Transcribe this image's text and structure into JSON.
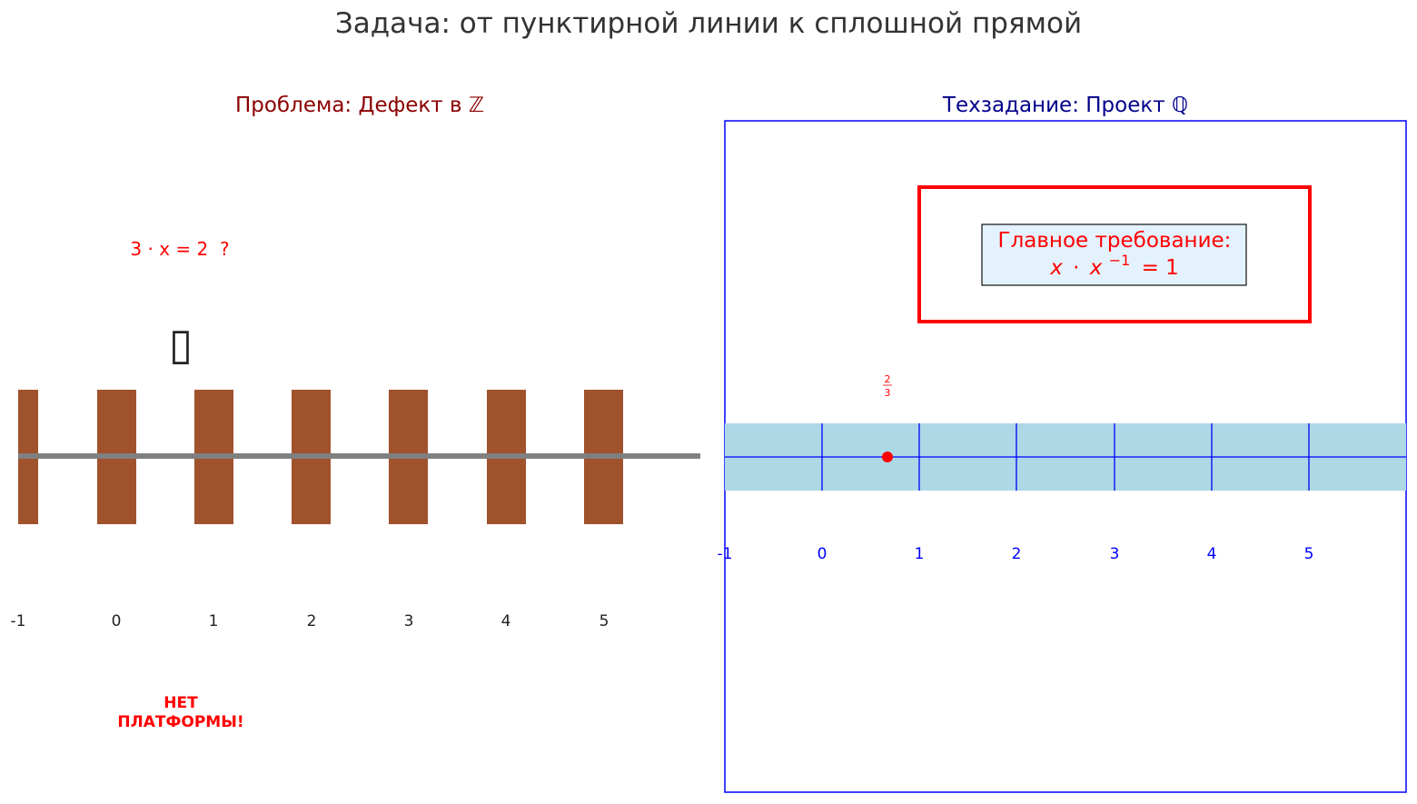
{
  "title": "Задача: от пунктирной линии к сплошной прямой",
  "left_panel": {
    "title": "Проблема: Дефект в ℤ",
    "equation": "3 · x = 2  ?",
    "figure_glyph": "▯",
    "ticks": [
      "-1",
      "0",
      "1",
      "2",
      "3",
      "4",
      "5"
    ],
    "warning_line1": "НЕТ",
    "warning_line2": "ПЛАТФОРМЫ!"
  },
  "right_panel": {
    "title": "Техзадание: Проект ℚ",
    "requirement_title": "Главное требование:",
    "requirement_formula": {
      "base_left": "x",
      "dot": "·",
      "base_right": "x",
      "exponent": "−1",
      "rhs": "= 1"
    },
    "point_label": {
      "numerator": "2",
      "denominator": "3"
    },
    "ticks": [
      "-1",
      "0",
      "1",
      "2",
      "3",
      "4",
      "5"
    ]
  },
  "colors": {
    "title_text": "#333333",
    "left_title": "#8b0000",
    "right_title": "#00008b",
    "alert_red": "#ff0000",
    "sleeper": "#a0522d",
    "rail": "#808080",
    "band": "#add8e6",
    "axis_blue": "#0000ff",
    "requirement_fill": "#e3f2fd"
  }
}
